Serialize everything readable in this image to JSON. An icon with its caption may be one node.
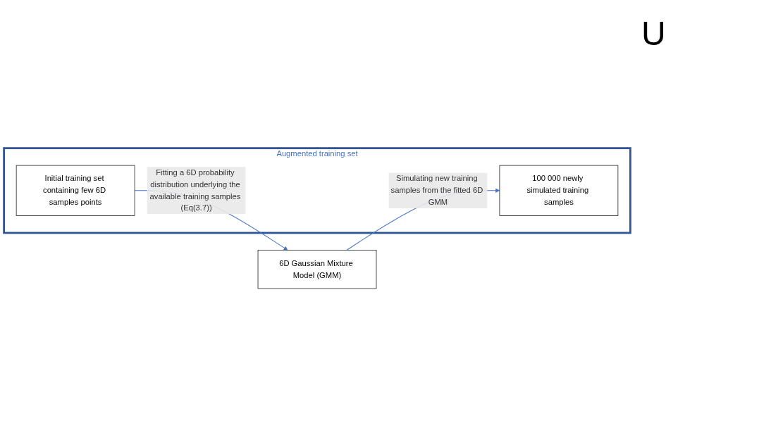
{
  "diagram": {
    "nodes": [
      {
        "text": [
          "Augmented training set"
        ]
      },
      {
        "text": [
          "Initial training set containing few 6D samples points"
        ],
        "in": 0
      },
      {
        "text": [
          "100 000 newly simulated training samples"
        ],
        "in": 0
      },
      {
        "text": [
          "6D Gaussian Mixture Model (GMM)"
        ]
      }
    ],
    "edges": [
      {
        "from": 1,
        "to": 3,
        "arrow": "to",
        "label": "Fitting a 6D probability distribution underlying the available training samples (Eq(3.7))"
      },
      {
        "from": 3,
        "to": 2,
        "arrow": "to",
        "label": "Simulating new training samples from the fitted 6D GMM"
      }
    ],
    "labels": [
      "U"
    ]
  }
}
